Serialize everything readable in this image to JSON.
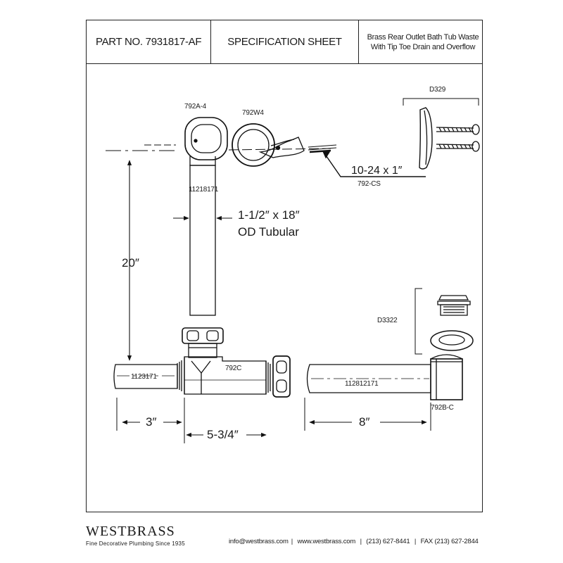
{
  "header": {
    "part_no": "PART NO.  7931817-AF",
    "sheet_title": "SPECIFICATION SHEET",
    "description_line1": "Brass Rear Outlet  Bath Tub Waste",
    "description_line2": "With Tip Toe Drain and Overflow"
  },
  "parts": {
    "overflow_elbow": "792A-4",
    "overflow_gasket": "792W4",
    "faceplate": "D329",
    "screws_size": "10-24 x 1″",
    "screws_code": "792-CS",
    "tubular_code": "11218171",
    "tubular_size_line1": "1-1/2″ x 18″",
    "tubular_size_line2": "OD Tubular",
    "tee": "792C",
    "drain": "D3322",
    "tailpiece_left": "1123171",
    "tailpiece_right": "112812171",
    "shoe": "792B-C"
  },
  "dimensions": {
    "height": "20″",
    "left_length": "3″",
    "tee_length": "5-3/4″",
    "right_length": "8″"
  },
  "footer": {
    "brand": "WESTBRASS",
    "tagline": "Fine Decorative Plumbing Since 1935",
    "email": "info@westbrass.com",
    "sep1": "|",
    "website": "www.westbrass.com",
    "sep2": "|",
    "phone": "(213) 627-8441",
    "sep3": "|",
    "fax": "FAX (213) 627-2844"
  }
}
